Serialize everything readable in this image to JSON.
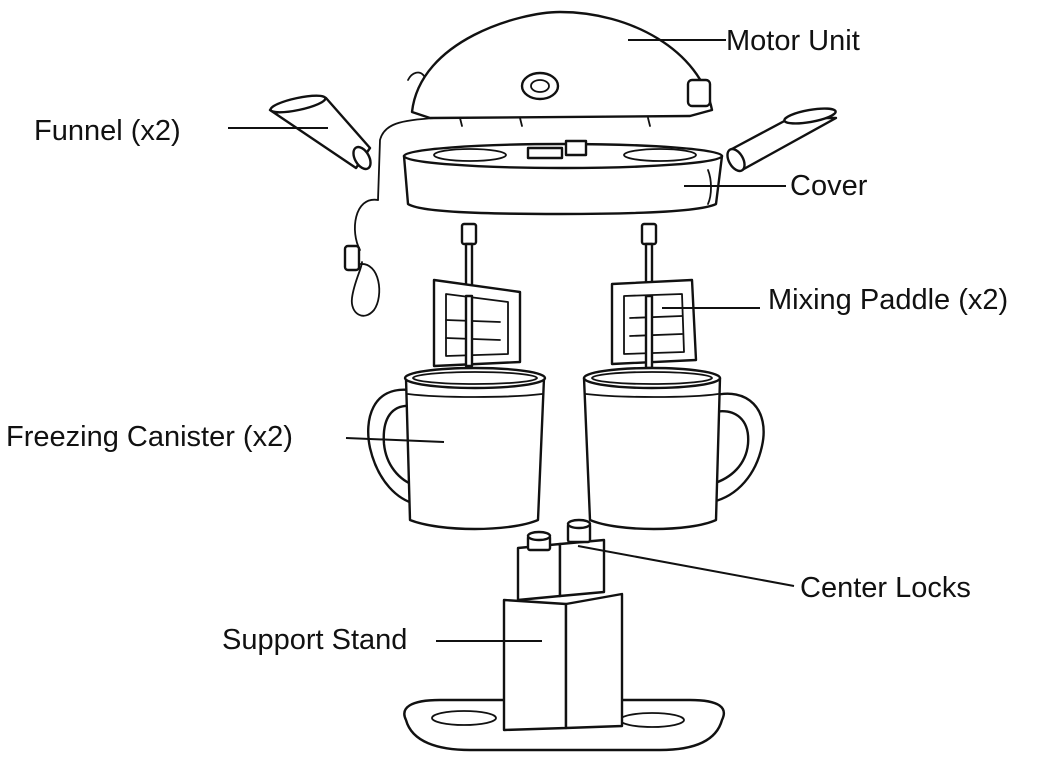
{
  "labels": {
    "motor_unit": "Motor Unit",
    "funnel": "Funnel (x2)",
    "cover": "Cover",
    "mixing_paddle": "Mixing Paddle (x2)",
    "freezing_canister": "Freezing Canister (x2)",
    "center_locks": "Center Locks",
    "support_stand": "Support Stand"
  },
  "colors": {
    "line": "#111111",
    "background": "#ffffff"
  }
}
